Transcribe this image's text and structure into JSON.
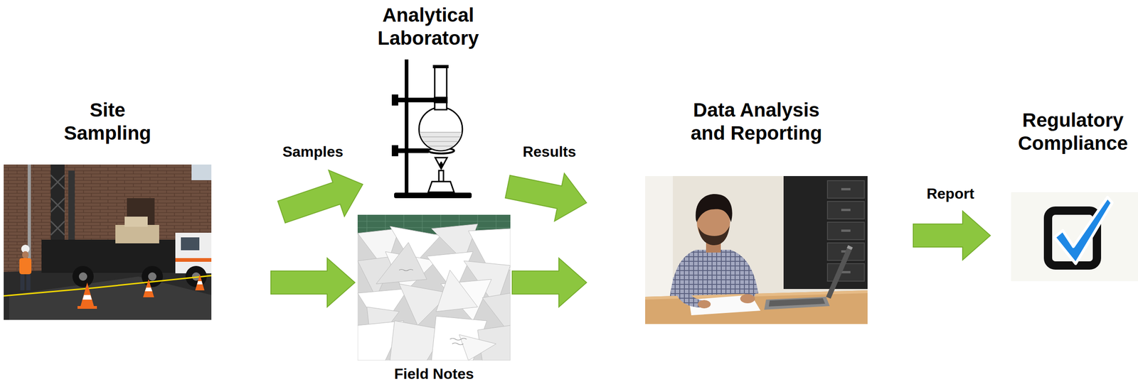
{
  "diagram": {
    "nodes": [
      {
        "text": [
          "Site Sampling"
        ]
      },
      {
        "text": [
          "Analytical Laboratory"
        ]
      },
      {
        "text": [
          "Field Notes"
        ]
      },
      {
        "text": [
          "Data Analysis and Reporting"
        ]
      },
      {
        "text": [
          "Regulatory Compliance"
        ]
      }
    ],
    "edges": [
      {
        "from": 0,
        "to": 1,
        "label": "Samples",
        "arrow": "to"
      },
      {
        "from": 0,
        "to": 2,
        "arrow": "to"
      },
      {
        "from": 1,
        "to": 3,
        "label": "Results",
        "arrow": "to"
      },
      {
        "from": 2,
        "to": 3,
        "arrow": "to"
      },
      {
        "from": 3,
        "to": 4,
        "label": "Report",
        "arrow": "to"
      }
    ]
  }
}
